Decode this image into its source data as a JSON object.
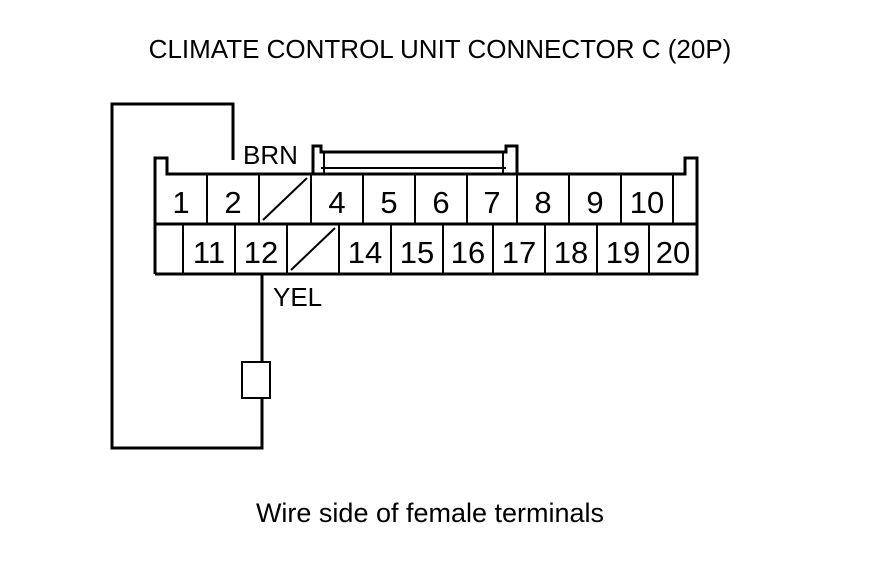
{
  "title": "CLIMATE CONTROL UNIT CONNECTOR C (20P)",
  "caption": "Wire side of female terminals",
  "wires": {
    "top": "BRN",
    "bottom": "YEL"
  },
  "connector": {
    "top_row": [
      "1",
      "2",
      "",
      "4",
      "5",
      "6",
      "7",
      "8",
      "9",
      "10",
      ""
    ],
    "bottom_row": [
      "",
      "11",
      "12",
      "",
      "14",
      "15",
      "16",
      "17",
      "18",
      "19",
      "20"
    ]
  }
}
